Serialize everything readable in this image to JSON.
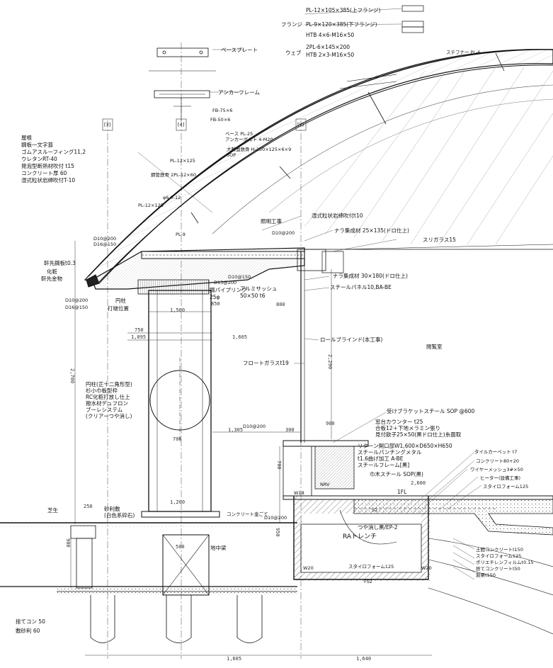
{
  "drawing": {
    "title_hidden": "",
    "top_right": {
      "flange_label": "フランジ",
      "flange_lines": [
        "PL-12×105×385(上フランジ)",
        "PL-9×120×385(下フランジ)",
        "HTB 4×6-M16×50"
      ],
      "web_label": "ウェブ",
      "web_lines": [
        "2PL-6×145×200",
        "HTB 2×3-M16×50"
      ],
      "stiffener": "ステフナー PL-6"
    },
    "base_plate": "ベースプレート",
    "anchor_frame": "アンカーフレーム",
    "fb1": "FB-75×6",
    "fb2": "FB-50×6",
    "roof": {
      "title": "屋根",
      "items": [
        "鋼板一文字葺",
        "ゴムアスルーフィング11,2",
        "ウレタンRT-40",
        "発泡型断熱材吹付 t15",
        "コンクリート厚 60",
        "湿式粒状岩綿吹付T-10"
      ]
    },
    "base_pl": [
      "ベース PL-25",
      "アンカーボルト 4-M20"
    ],
    "wide_flange": [
      "大断面鉄骨 H-250×125×6×9",
      "SOP"
    ],
    "pl_12x125": "PL-12×125",
    "steel_pipe": "鋼管鉄骨 2PL-12×60",
    "phi_pipe": "φ6.0-12",
    "pl_12x125b": "PL-12×125",
    "pl9": "PL-9",
    "d10_200": "D10@200",
    "d16_150": "D16@150",
    "eaves_plate": "軒先鋼板t0.3",
    "makeup": "化粧",
    "eaves_metal": "軒先金物",
    "d10_200b": "D10@200",
    "d16_150b": "D16@150",
    "column_cap": "円柱",
    "column_cap2": "打継位置",
    "lighting": "照明工事",
    "wet_spray": "湿式粒状岩綿吹付t10",
    "nara_top": "ナラ集成材 25×135(ドロ仕上)",
    "slit_glass": "スリガラス15",
    "d10_200c": "D10@200",
    "d10_150": "D10@150",
    "d13_200": "D13@200",
    "pipe_ring": "鋼パイプリング",
    "pipe_ring2": "25φ",
    "alum_sash": "アルミサッシュ",
    "alum_sash2": "50×50 t6",
    "nara_mid": "ナラ集成材 30×180(ドロ仕上)",
    "steel_panel": "スチールパネル10,BA-BE",
    "roll_blind": "ロールブラインド(本工事)",
    "float_glass": "フロートガラスt19",
    "gallery": "閲覧室",
    "column_note": [
      "円柱(正十二角形型)",
      "杉小巾板型枠",
      "RC化粧打放し仕上",
      "撥水材デュフロン",
      "ブーレシステム",
      "(クリアーつや消し)"
    ],
    "bracket": "受けブラケットスチール SOP @600",
    "counter": [
      "窓台カウンター t25",
      "合板12＋下地メラミン張り",
      "見付飲子25×50(黒ドロ仕上)糸面取"
    ],
    "return_opening": [
      "リターン開口部W1,600×D650×H650",
      "スチールパンチングメタル",
      "t1.6曲げ加工 A-BE",
      "スチールフレーム[黒]"
    ],
    "baseboard": "巾木スチール SOP(黒)",
    "tile_carpet": "タイルカーペット t7",
    "concrete_80": "コンクリート80+20",
    "wire_mesh": "ワイヤーメッシュ3#×50",
    "heater": "ヒーター(設備工事)",
    "styrofoam": "スタイロフォーム125",
    "fl1": "1FL",
    "d10_200d": "D10@200",
    "d10_200e": "D10@200",
    "concrete_note": "コンクリート金ごて",
    "lawn": "芝生",
    "gravel": [
      "砂利敷",
      "(白色系砕石)"
    ],
    "foundation": "地中梁",
    "matte_black": "つや消し黒/EP-2",
    "ra_trench": "RAトレンチ",
    "styrofoam2": "スタイロフォーム125",
    "floor_layers": [
      "土間コンクリートt150",
      "スタイロフォーム125",
      "ポリエチレンフィルムt0.15",
      "捨てコンクリートt50",
      "割栗t150"
    ],
    "bottom_left": [
      "捨てコン 50",
      "敷砂利 60"
    ],
    "labels_small": {
      "w18": "W18",
      "w20a": "W20",
      "w20b": "W20",
      "s2": "S2",
      "fs2": "FS2",
      "nrv": "NRV"
    },
    "dims": {
      "d_1605": "1,605",
      "d_1640": "1,640",
      "d_2700": "2,700",
      "d_2290": "2,290",
      "d_900": "900",
      "d_1200": "1,200",
      "d_700": "700",
      "d_1305": "1,305",
      "d_1605b": "1,605",
      "d_1095": "1,095",
      "d_750": "750",
      "d_1500": "1,500",
      "d_800": "800",
      "d_250": "250",
      "d_300": "300",
      "d_850": "850",
      "d_2600": "2,600",
      "d_500": "500",
      "d_700b": "700",
      "d_950": "950",
      "d_900b": "900"
    },
    "grid_marks": [
      "[3]",
      "[4]",
      "[Y]"
    ]
  }
}
